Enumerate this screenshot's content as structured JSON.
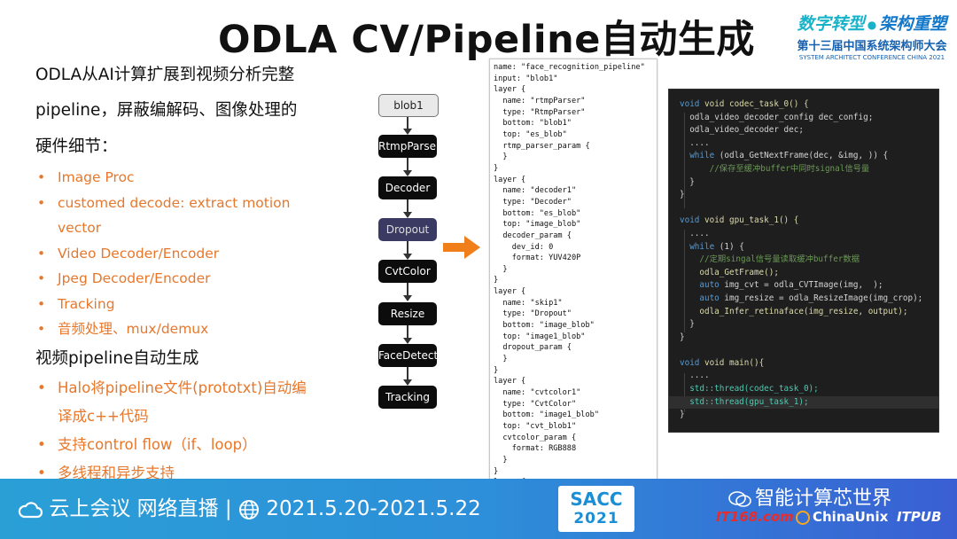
{
  "title": "ODLA CV/Pipeline自动生成",
  "brand": {
    "tagline_1": "数字转型",
    "tagline_2": "架构重塑",
    "event_cn": "第十三届中国系统架构师大会",
    "event_en": "SYSTEM ARCHITECT CONFERENCE CHINA 2021"
  },
  "left": {
    "para1": "ODLA从AI计算扩展到视频分析完整",
    "para2": "pipeline，屏蔽编解码、图像处理的",
    "para3": "硬件细节：",
    "bullets1": [
      "Image Proc",
      "customed decode:  extract motion",
      "vector",
      "Video Decoder/Encoder",
      "Jpeg Decoder/Encoder",
      "Tracking",
      "音频处理、mux/demux"
    ],
    "section2": "视频pipeline自动生成",
    "bullets2": [
      "Halo将pipeline文件(prototxt)自动编",
      "译成c++代码",
      "支持control flow（if、loop）",
      "多线程和异步支持"
    ]
  },
  "flow_nodes": [
    "blob1",
    "RtmpParser",
    "Decoder",
    "Dropout",
    "CvtColor",
    "Resize",
    "FaceDetect",
    "Tracking"
  ],
  "prototxt": [
    "name: \"face_recognition_pipeline\"",
    "input: \"blob1\"",
    "layer {",
    "  name: \"rtmpParser\"",
    "  type: \"RtmpParser\"",
    "  bottom: \"blob1\"",
    "  top: \"es_blob\"",
    "  rtmp_parser_param {",
    "  }",
    "}",
    "layer {",
    "  name: \"decoder1\"",
    "  type: \"Decoder\"",
    "  bottom: \"es_blob\"",
    "  top: \"image_blob\"",
    "  decoder_param {",
    "    dev_id: 0",
    "    format: YUV420P",
    "  }",
    "}",
    "layer {",
    "  name: \"skip1\"",
    "  type: \"Dropout\"",
    "  bottom: \"image_blob\"",
    "  top: \"image1_blob\"",
    "  dropout_param {",
    "  }",
    "}",
    "layer {",
    "  name: \"cvtcolor1\"",
    "  type: \"CvtColor\"",
    "  bottom: \"image1_blob\"",
    "  top: \"cvt_blob1\"",
    "  cvtcolor_param {",
    "    format: RGB888",
    "  }",
    "}",
    "layer {"
  ],
  "code": {
    "l01": "void codec_task_0() {",
    "l02": "odla_video_decoder_config dec_config;",
    "l03": "odla_video_decoder dec;",
    "l04": "....",
    "l05a": "while",
    "l05b": " (odla_GetNextFrame(dec, &img, )) {",
    "l06": "//保存至缓冲buffer中同时signal信号量",
    "l07": "}",
    "l08": "}",
    "l09": "void gpu_task_1() {",
    "l10": "....",
    "l11a": "while",
    "l11b": " (1) {",
    "l12": "//定期singal信号量读取缓冲buffer数据",
    "l13": "odla_GetFrame();",
    "l14a": "auto",
    "l14b": " img_cvt = odla_CVTImage(img,  );",
    "l15a": "auto",
    "l15b": " img_resize = odla_ResizeImage(img_crop);",
    "l16": "odla_Infer_retinaface(img_resize, output);",
    "l17": "}",
    "l18": "}",
    "l19": "void main(){",
    "l20": "....",
    "l21": "std::thread(codec_task_0);",
    "l22": "std::thread(gpu_task_1);",
    "l23": "}"
  },
  "footer": {
    "info_text": "云上会议 网络直播 | ",
    "date_text": "2021.5.20-2021.5.22",
    "sacc_1": "SACC",
    "sacc_2": "2021",
    "watermark": "智能计算芯世界",
    "logo1": "IT168.com",
    "logo2": "ChinaUnix",
    "logo3": "ITPUB"
  },
  "colors": {
    "accent_orange": "#e8772a",
    "arrow_orange": "#f07f1a",
    "footer_blue": "#2a9fd6",
    "brand_cyan": "#19b3c9"
  }
}
